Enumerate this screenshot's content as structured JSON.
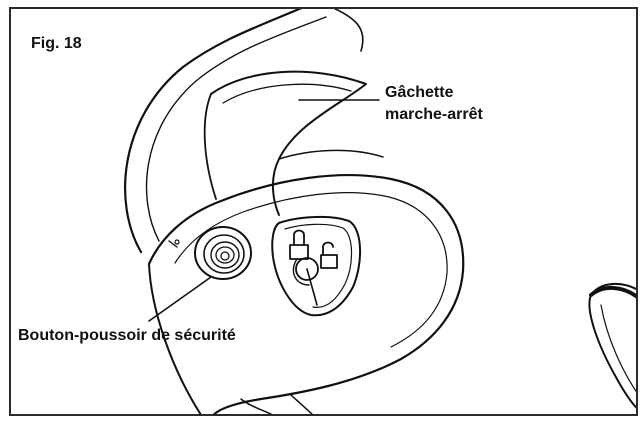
{
  "figure": {
    "label": "Fig. 18",
    "callouts": {
      "trigger": {
        "line1": "Gâchette",
        "line2": "marche-arrêt"
      },
      "safety_button": "Bouton-poussoir de sécurité"
    }
  },
  "colors": {
    "line": "#111111",
    "frame": "#2a2a2a",
    "background": "#ffffff"
  }
}
